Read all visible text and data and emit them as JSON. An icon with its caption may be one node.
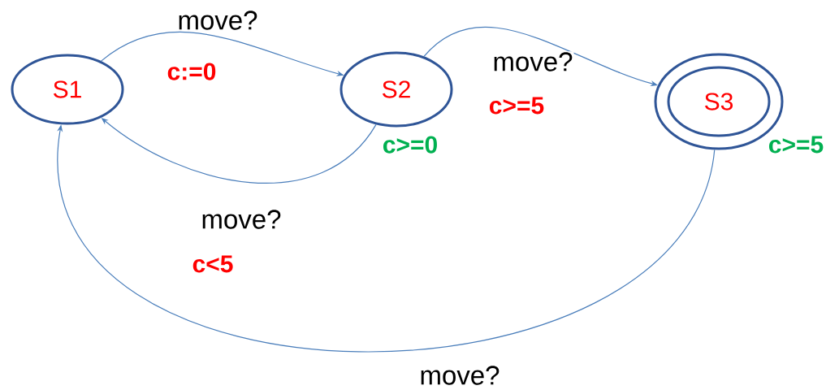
{
  "diagram": {
    "nodes": [
      {
        "text": [
          "S1"
        ]
      },
      {
        "text": [
          "S2"
        ],
        "beside": [
          "c>=0"
        ]
      },
      {
        "text": [
          "S3"
        ],
        "beside": [
          "c>=5"
        ]
      }
    ],
    "edges": [
      {
        "from": 0,
        "to": 1,
        "arrow": "to",
        "label": "move?"
      },
      {
        "from": 1,
        "to": 0,
        "arrow": "to",
        "label": "move?"
      },
      {
        "from": 1,
        "to": 2,
        "arrow": "to",
        "label": "move?"
      },
      {
        "from": 2,
        "to": 0,
        "arrow": "to",
        "label": "move?"
      }
    ],
    "labels": [
      "c:=0",
      "c>=5",
      "c<5"
    ]
  }
}
